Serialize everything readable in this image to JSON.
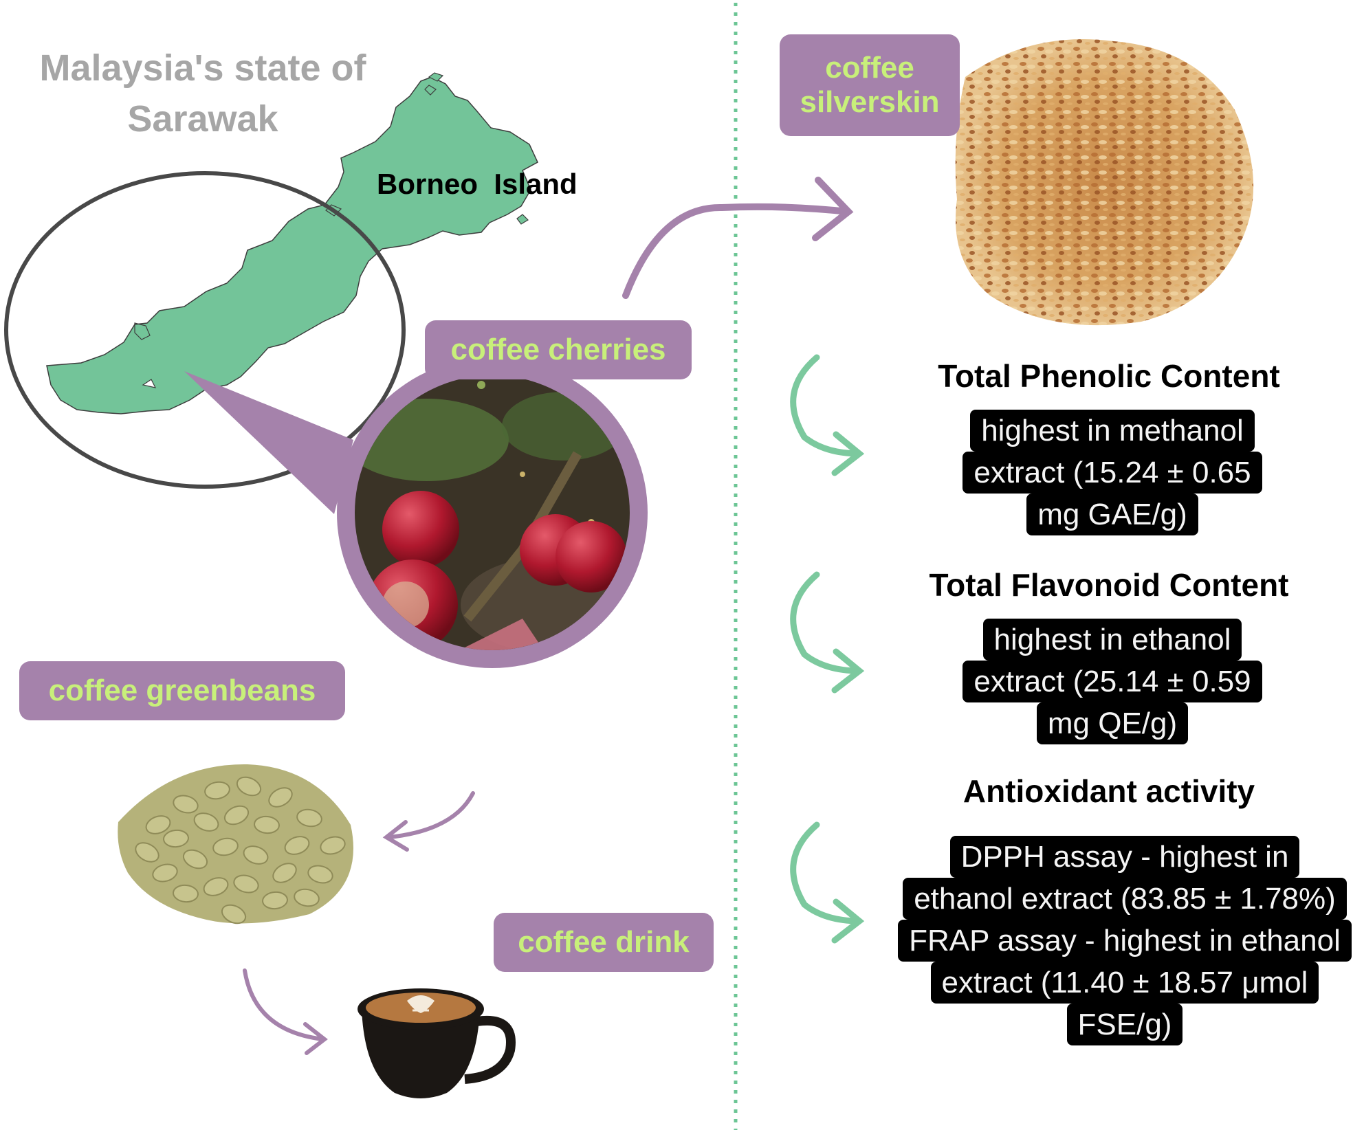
{
  "region_title": {
    "line1": "Malaysia's state of",
    "line2": "Sarawak"
  },
  "map_label": "Borneo  Island",
  "pills": {
    "cherries": "coffee cherries",
    "silverskin": {
      "line1": "coffee",
      "line2": "silverskin"
    },
    "greenbeans": "coffee greenbeans",
    "drink": "coffee drink"
  },
  "results": {
    "phenolic": {
      "heading": "Total Phenolic Content",
      "lines": [
        "highest in methanol",
        "extract (15.24 ± 0.65",
        "mg GAE/g)"
      ]
    },
    "flavonoid": {
      "heading": "Total Flavonoid Content",
      "lines": [
        "highest in ethanol",
        "extract (25.14 ± 0.59",
        "mg QE/g)"
      ]
    },
    "antioxidant": {
      "heading": "Antioxidant activity",
      "lines": [
        "DPPH assay - highest in",
        "ethanol extract (83.85 ± 1.78%)",
        "FRAP assay - highest in ethanol",
        "extract (11.40 ± 18.57 μmol",
        "FSE/g)"
      ]
    }
  },
  "colors": {
    "pill_bg": "#a582ab",
    "pill_text": "#c8f07a",
    "map_fill": "#73c499",
    "divider": "#6bc594",
    "arrow_purple": "#a582ab",
    "arrow_green": "#7cc99e"
  }
}
